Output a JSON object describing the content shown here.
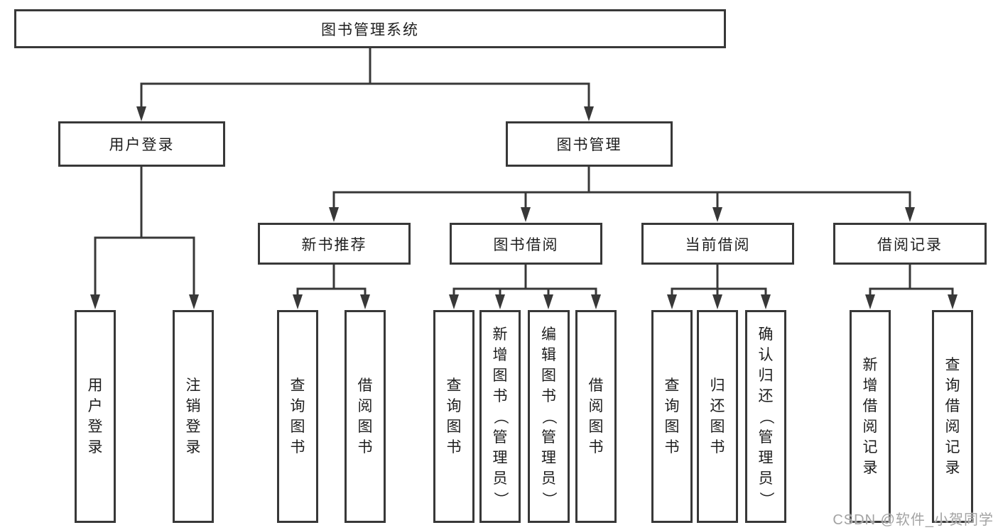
{
  "nodes": {
    "root": "图书管理系统",
    "login": {
      "label": "用户登录",
      "children": [
        "用户登录",
        "注销登录"
      ]
    },
    "management": {
      "label": "图书管理",
      "sections": [
        {
          "label": "新书推荐",
          "children": [
            "查询图书",
            "借阅图书"
          ]
        },
        {
          "label": "图书借阅",
          "children": [
            "查询图书",
            "新增图书（管理员）",
            "编辑图书（管理员）",
            "借阅图书"
          ]
        },
        {
          "label": "当前借阅",
          "children": [
            "查询图书",
            "归还图书",
            "确认归还（管理员）"
          ]
        },
        {
          "label": "借阅记录",
          "children": [
            "新增借阅记录",
            "查询借阅记录"
          ]
        }
      ]
    }
  },
  "watermark": "CSDN @软件_小贺同学",
  "colors": {
    "line": "#383838",
    "box_border": "#383838",
    "text": "#1e1e1e",
    "watermark": "#a3a3a3",
    "background": "#ffffff"
  }
}
